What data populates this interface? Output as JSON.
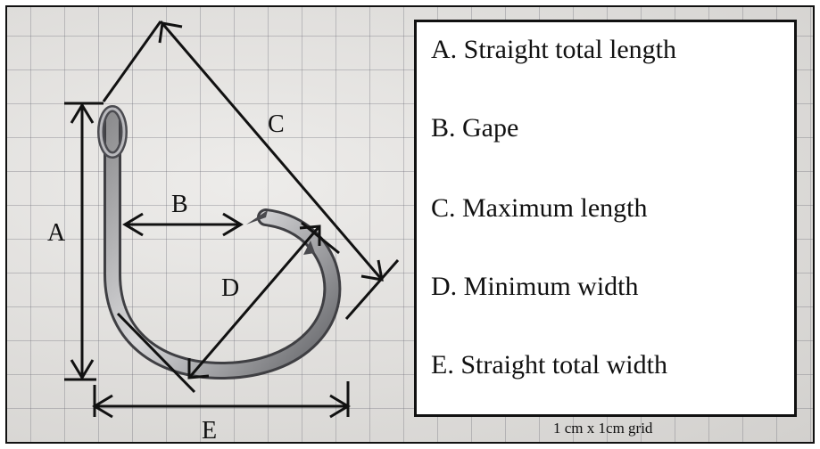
{
  "diagram": {
    "letters": {
      "a": "A",
      "b": "B",
      "c": "C",
      "d": "D",
      "e": "E"
    },
    "legend": [
      {
        "letter": "A",
        "text": "A. Straight total length"
      },
      {
        "letter": "B",
        "text": "B. Gape"
      },
      {
        "letter": "C",
        "text": "C. Maximum length"
      },
      {
        "letter": "D",
        "text": "D. Minimum width"
      },
      {
        "letter": "E",
        "text": "E. Straight total width"
      }
    ],
    "grid_note": "1 cm x 1cm grid"
  }
}
